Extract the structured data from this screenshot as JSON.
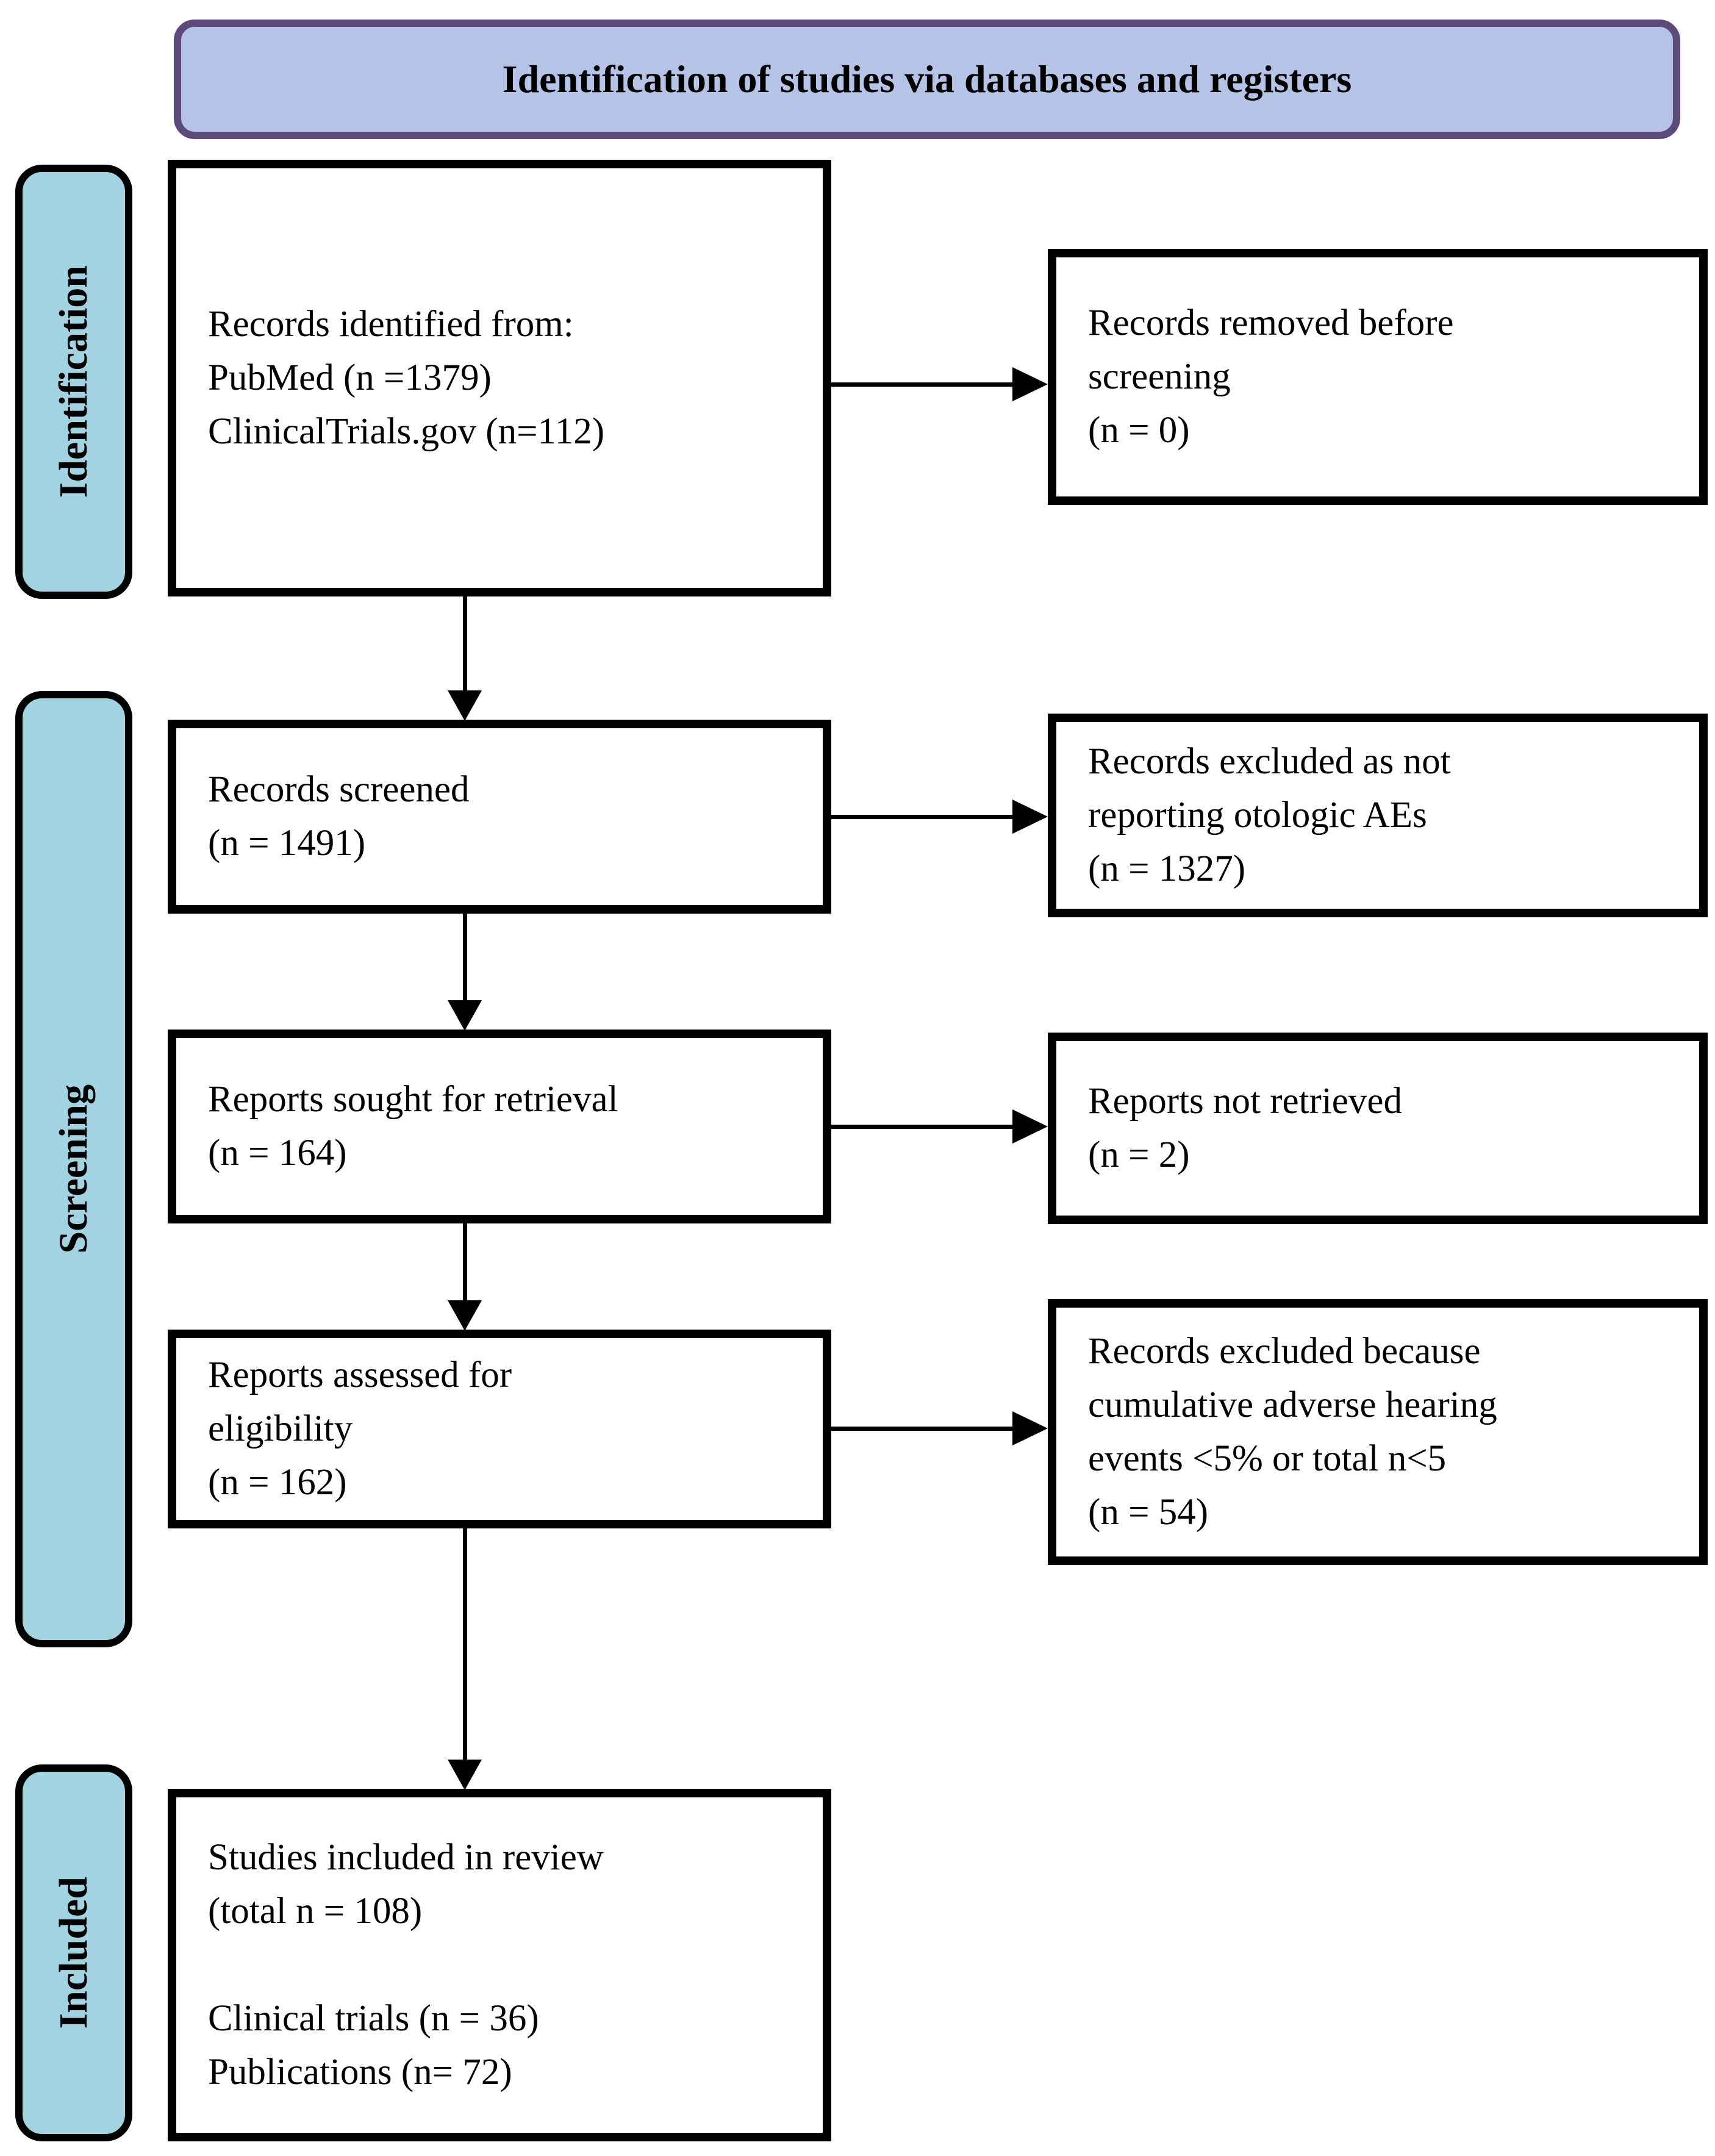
{
  "title": "Identification of studies via databases and registers",
  "stages": {
    "identification": "Identification",
    "screening": "Screening",
    "included": "Included"
  },
  "boxes": {
    "records_identified": "Records identified from:\nPubMed (n =1379)\nClinicalTrials.gov (n=112)",
    "records_removed": "Records removed before\nscreening\n(n = 0)",
    "records_screened": "Records screened\n(n = 1491)",
    "records_excluded_otologic": "Records excluded as not\nreporting otologic AEs\n(n = 1327)",
    "reports_sought": "Reports sought for retrieval\n(n = 164)",
    "reports_not_retrieved": "Reports not retrieved\n(n = 2)",
    "reports_assessed": "Reports assessed for\neligibility\n(n = 162)",
    "records_excluded_cumulative": "Records excluded because\ncumulative adverse hearing\nevents <5% or total n<5\n(n = 54)",
    "studies_included": "Studies included in review\n(total n = 108)\n\nClinical trials (n = 36)\nPublications (n= 72)"
  },
  "colors": {
    "title_fill": "#b5c3e6",
    "title_border": "#5b4a7a",
    "stage_fill": "#a3d2e0",
    "stage_border": "#000000",
    "box_border": "#000000",
    "box_fill": "#ffffff",
    "arrow": "#000000",
    "background": "#ffffff",
    "text": "#000000"
  }
}
